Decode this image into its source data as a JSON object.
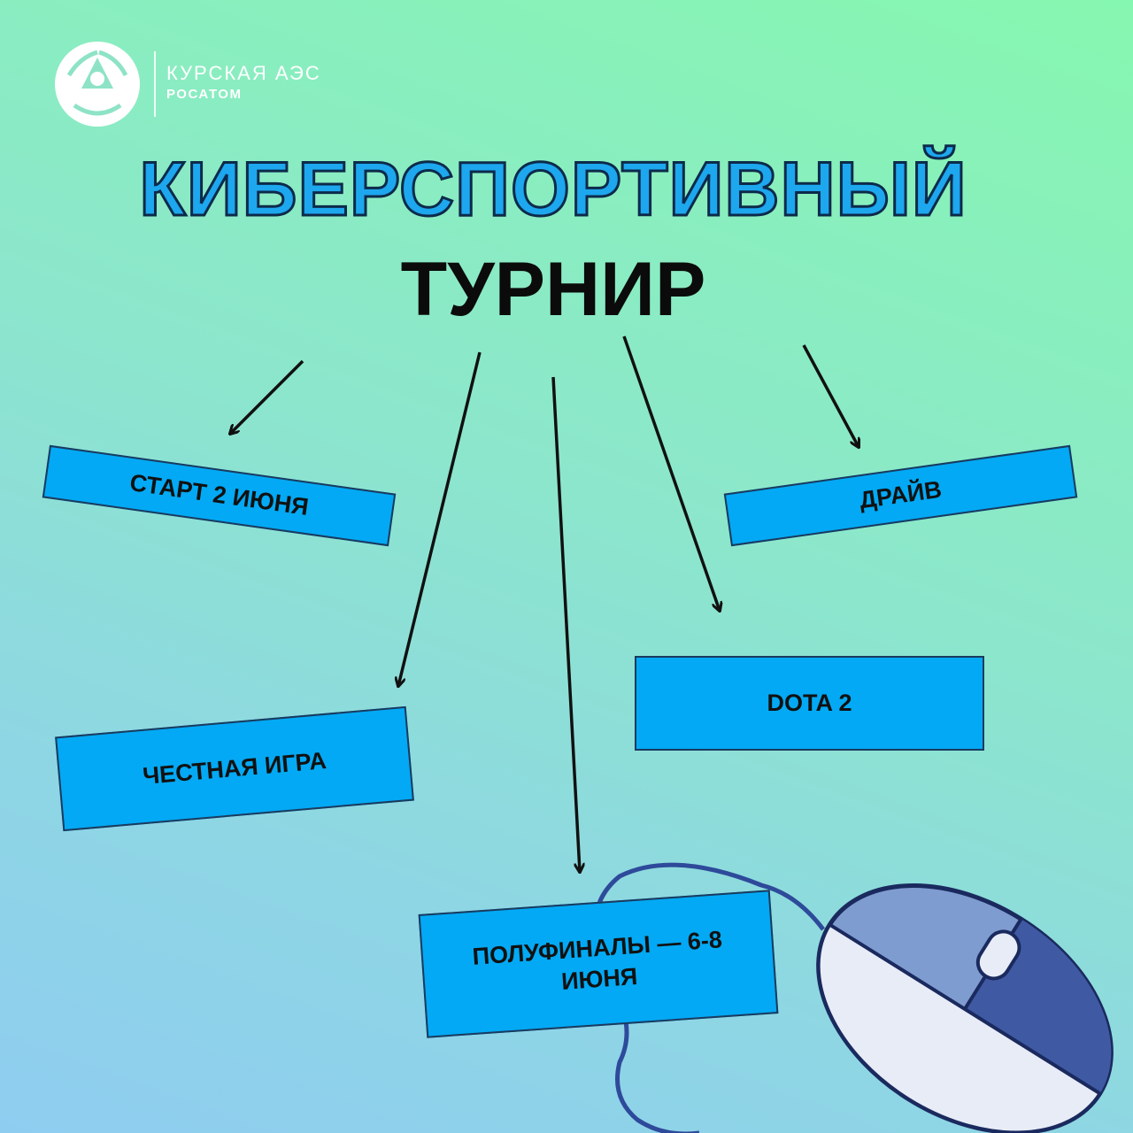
{
  "header": {
    "org_name": "КУРСКАЯ АЭС",
    "org_sub": "РОСАТОМ"
  },
  "title": {
    "line1": "КИБЕРСПОРТИВНЫЙ",
    "line2": "ТУРНИР"
  },
  "boxes": {
    "start": "СТАРТ 2 ИЮНЯ",
    "drive": "ДРАЙВ",
    "dota": "DOTA 2",
    "fair": "ЧЕСТНАЯ ИГРА",
    "semi": "ПОЛУФИНАЛЫ — 6-8 ИЮНЯ"
  },
  "colors": {
    "box_fill": "#03a9f4",
    "title_blue": "#1da7ee",
    "title_black": "#0b0b0b",
    "mouse_dark": "#3f5aa3",
    "mouse_light": "#7f9cd0"
  },
  "icons": [
    "rosatom-logo-icon",
    "computer-mouse-icon"
  ]
}
